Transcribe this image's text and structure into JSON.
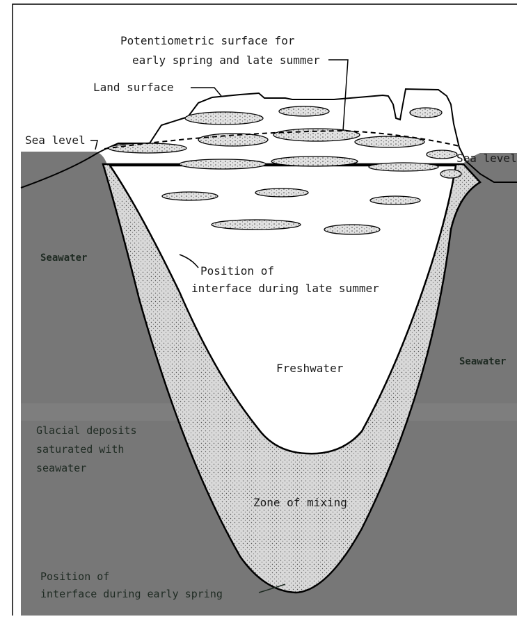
{
  "labels": {
    "potentiometric_line1": "Potentiometric surface for",
    "potentiometric_line2": "early spring and late summer",
    "land_surface": "Land surface",
    "sea_level_left": "Sea level",
    "sea_level_right": "Sea level",
    "seawater_left": "Seawater",
    "seawater_right": "Seawater",
    "late_summer_line1": "Position of",
    "late_summer_line2": "interface during late summer",
    "freshwater": "Freshwater",
    "glacial_line1": "Glacial deposits",
    "glacial_line2": "saturated with",
    "glacial_line3": "seawater",
    "mixing": "Zone of mixing",
    "early_spring_line1": "Position of",
    "early_spring_line2": "interface during early spring"
  },
  "colors": {
    "seawater": "#777777",
    "freshwater": "#ffffff",
    "mixing_zone": "#d4d4d4",
    "outline": "#000000"
  }
}
